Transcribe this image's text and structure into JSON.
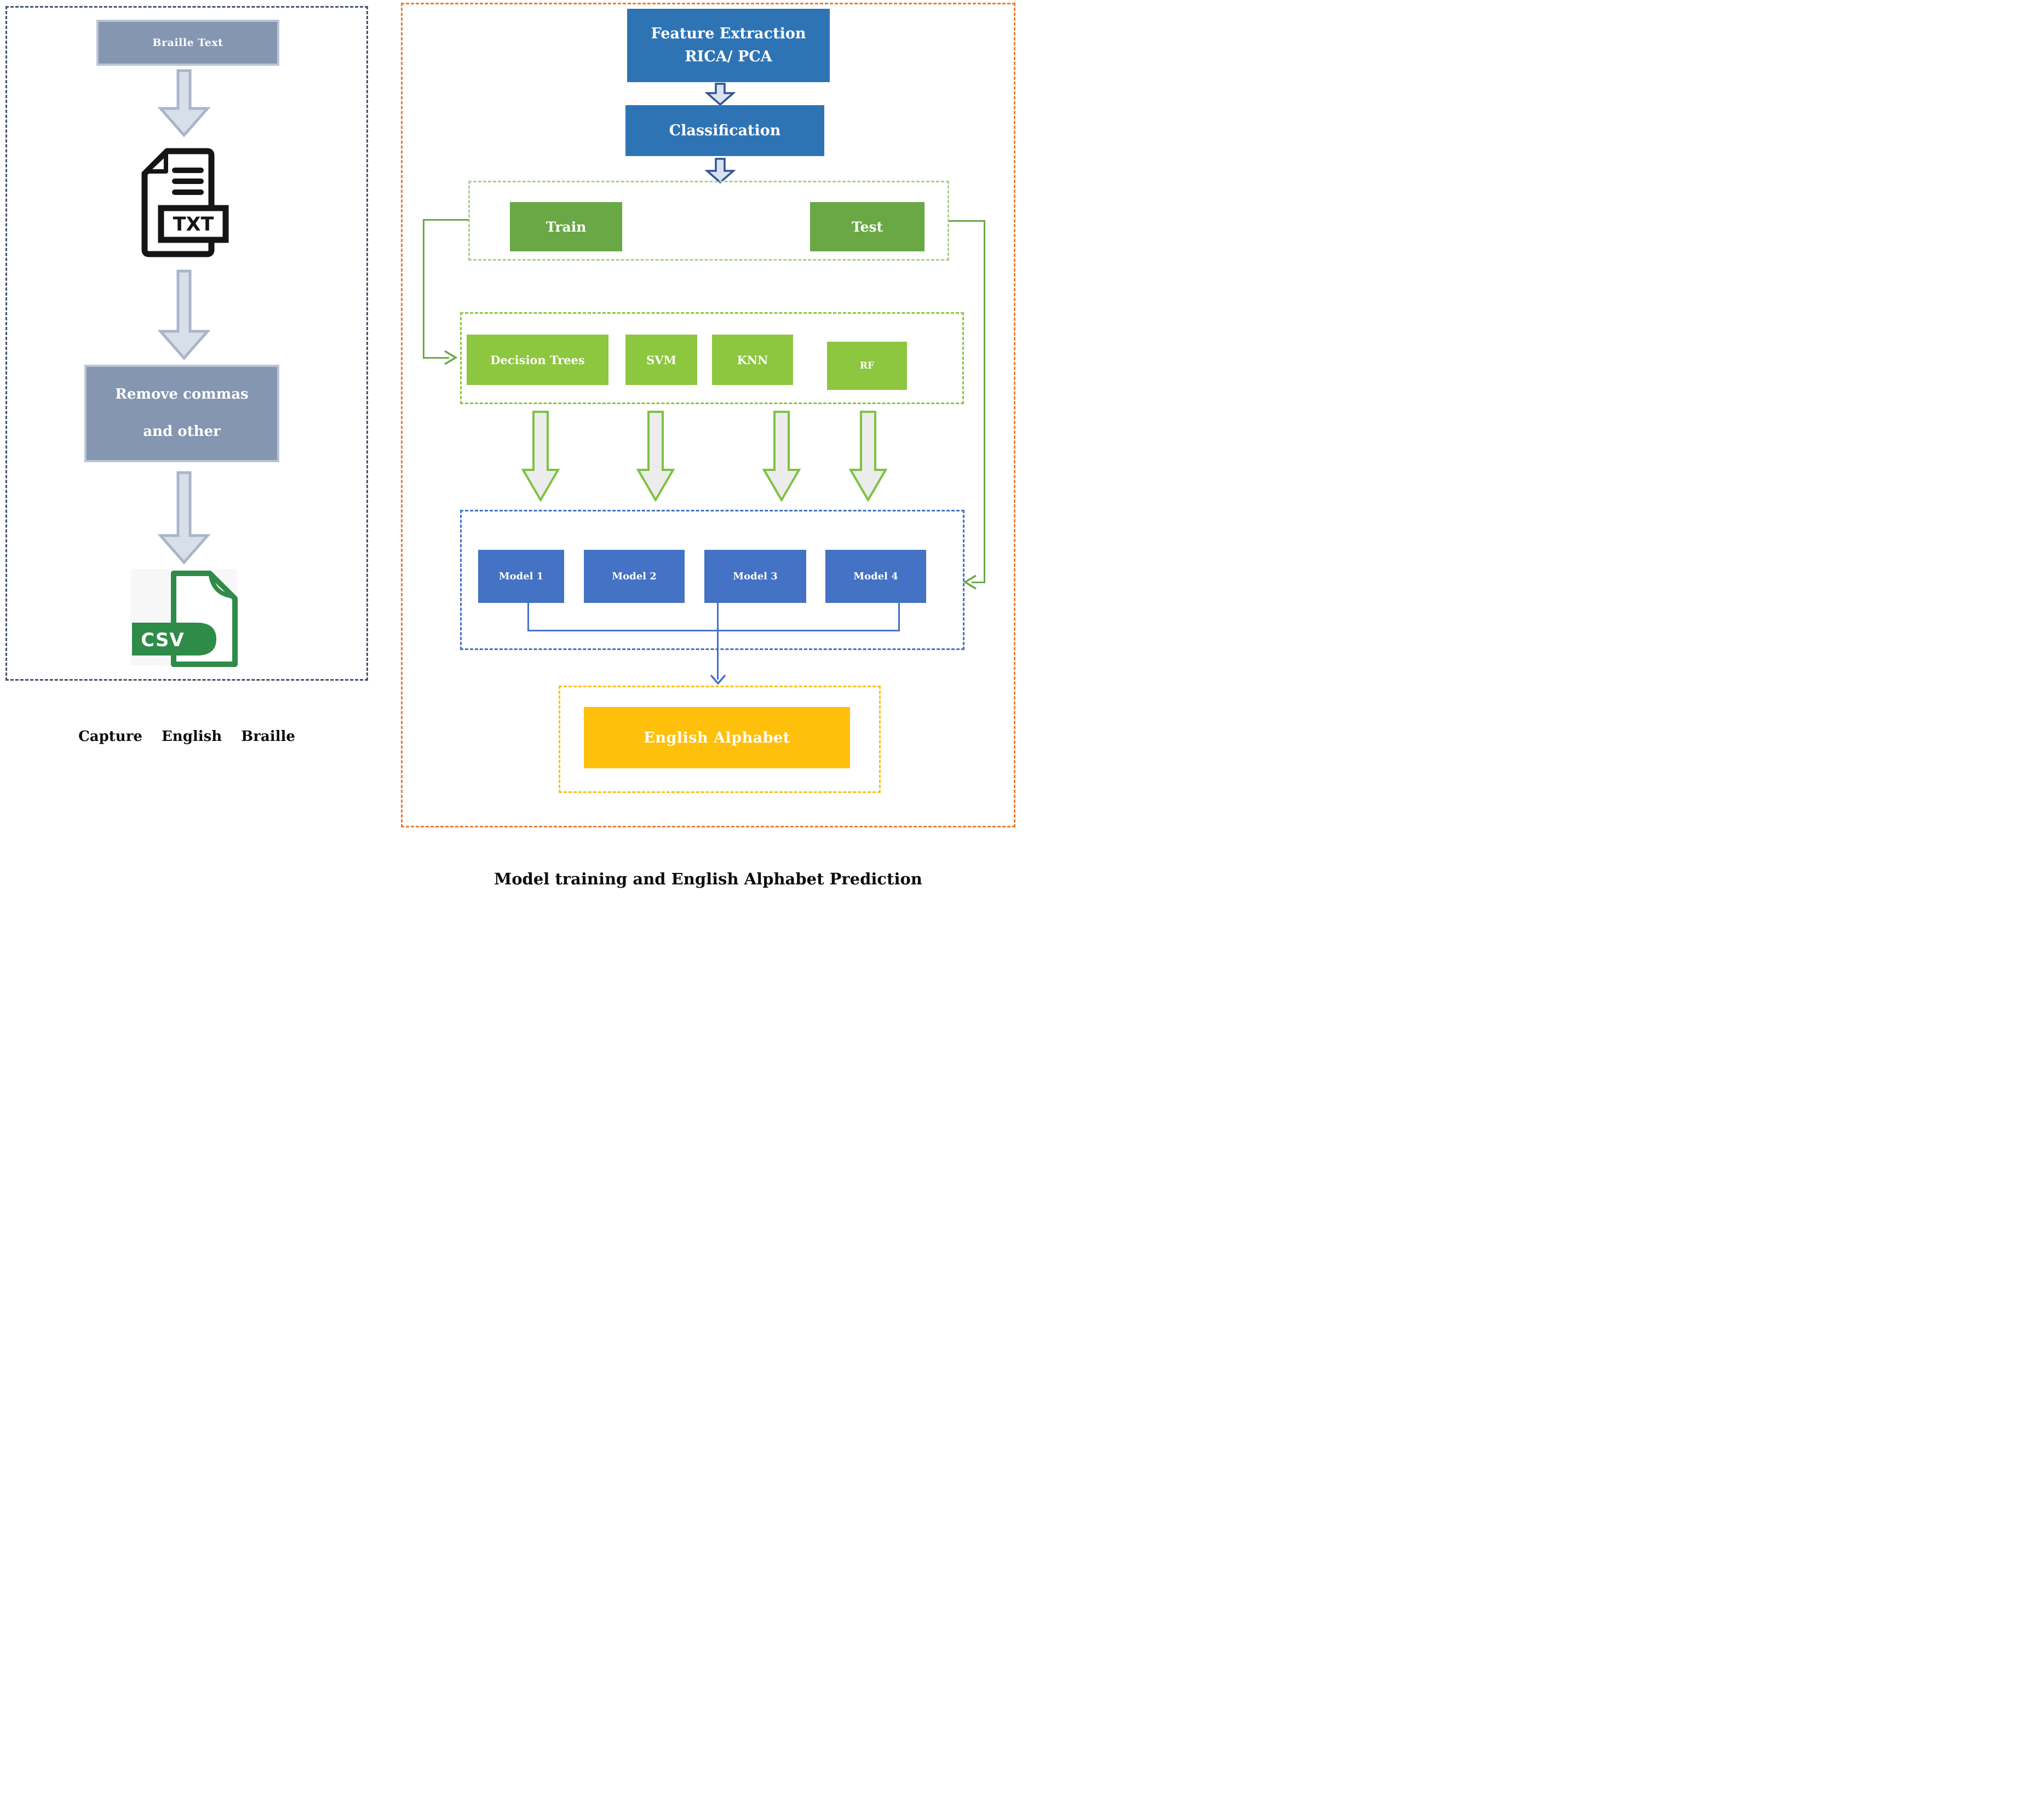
{
  "left_panel": {
    "braille_box": "Braille Text",
    "remove_box_line1": "Remove commas",
    "remove_box_line2": "and other",
    "txt_icon_label": "TXT",
    "csv_icon_label": "CSV",
    "caption": "Capture English Braille"
  },
  "right_panel": {
    "feature_extraction_line1": "Feature Extraction",
    "feature_extraction_line2": "RICA/ PCA",
    "classification": "Classification",
    "train": "Train",
    "test": "Test",
    "classifiers": [
      "Decision Trees",
      "SVM",
      "KNN",
      "RF"
    ],
    "models": [
      "Model 1",
      "Model 2",
      "Model 3",
      "Model 4"
    ],
    "output": "English Alphabet",
    "caption": "Model training and English Alphabet Prediction"
  },
  "colors": {
    "slate_box": "#8496B0",
    "slate_box_border": "#B9C4D6",
    "process_blue": "#2E74B5",
    "train_test_green": "#69A845",
    "classifier_green": "#8DC63F",
    "model_blue": "#4472C4",
    "output_amber": "#FFC00C",
    "left_panel_dash": "#44546A",
    "right_panel_dash": "#ED7D31",
    "train_test_frame_dash": "#A9D18E",
    "classifier_frame_dash": "#8DC63F",
    "model_frame_dash": "#4472C4",
    "output_frame_dash": "#FFC000",
    "connector_green": "#6BA84A",
    "connector_blue": "#4472C4",
    "block_arrow_gray_fill": "#ECECEC",
    "block_arrow_gray_border": "#7DC242",
    "block_arrow_blue_fill": "#D9E2F3",
    "block_arrow_blue_border": "#2F5496",
    "block_arrow_slate_fill": "#D9DFE8",
    "block_arrow_slate_border": "#A9B5C8",
    "txt_icon_color": "#151515",
    "csv_icon_color": "#2E8B48"
  }
}
